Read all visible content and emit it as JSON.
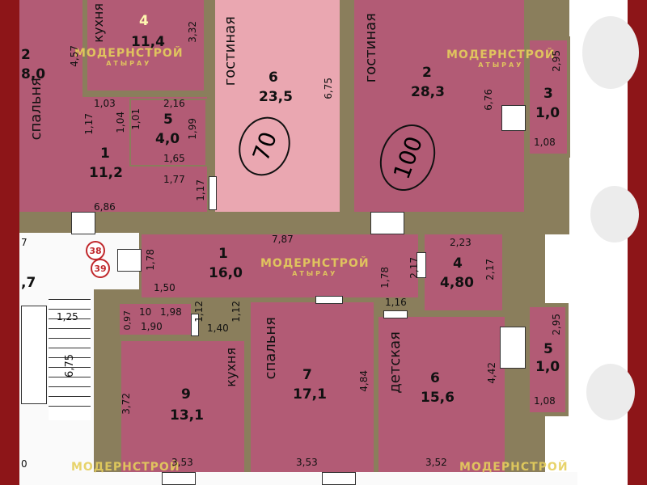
{
  "watermark": {
    "brand": "МОДЕРНСТРОЙ",
    "city": "АТЫРАУ"
  },
  "colors": {
    "frame": "#8d1518",
    "wall": "#8a7e5c",
    "room": "#b25b75",
    "room_light": "#eaa7b1",
    "watermark": "#e6cf5c"
  },
  "top_left_apt": {
    "room2_num": "2",
    "room2_area": "8,0",
    "room2_name": "спальня",
    "dim_457": "4,57",
    "kitchen_num": "4",
    "kitchen_area": "11,4",
    "kitchen_name": "кухня",
    "dim_332": "3,32",
    "hall_num": "1",
    "hall_area": "11,2",
    "bath_num": "5",
    "bath_area": "4,0",
    "dim_103": "1,03",
    "dim_117a": "1,17",
    "dim_104": "1,04",
    "dim_101": "1,01",
    "dim_216": "2,16",
    "dim_199": "1,99",
    "dim_165": "1,65",
    "dim_177": "1,77",
    "dim_117b": "1,17",
    "dim_686": "6,86",
    "living_num": "6",
    "living_area": "23,5",
    "living_name": "гостиная",
    "dim_675": "6,75",
    "circle": "70"
  },
  "top_right_apt": {
    "living_num": "2",
    "living_area": "28,3",
    "living_name": "гостиная",
    "dim_676": "6,76",
    "circle": "100",
    "balcony_num": "3",
    "balcony_area": "1,0",
    "dim_295": "2,95",
    "dim_108": "1,08"
  },
  "stair": {
    "dim_7": "7",
    "area_7": ",7",
    "flat38": "38",
    "flat39": "39",
    "dim_125": "1,25",
    "dim_675": "6,75"
  },
  "bottom_apt": {
    "hall_num": "1",
    "hall_area": "16,0",
    "dim_787": "7,87",
    "dim_178a": "1,78",
    "dim_150": "1,50",
    "dim_178b": "1,78",
    "room4_num": "4",
    "room4_area": "4,80",
    "dim_223": "2,23",
    "dim_217a": "2,17",
    "dim_217b": "2,17",
    "wc_num": "10",
    "wc_dim_198": "1,98",
    "wc_area": "1,90",
    "dim_097": "0,97",
    "dim_112a": "1,12",
    "dim_112b": "1,12",
    "dim_140": "1,40",
    "kitchen_num": "9",
    "kitchen_area": "13,1",
    "kitchen_name": "кухня",
    "dim_372": "3,72",
    "dim_353a": "3,53",
    "bedroom_num": "7",
    "bedroom_area": "17,1",
    "bedroom_name": "спальня",
    "dim_484": "4,84",
    "dim_353b": "3,53",
    "dim_116": "1,16",
    "kids_num": "6",
    "kids_area": "15,6",
    "kids_name": "детская",
    "dim_442": "4,42",
    "dim_352": "3,52",
    "balcony_num": "5",
    "balcony_area": "1,0",
    "dim_295": "2,95",
    "dim_108": "1,08",
    "dim_0": "0"
  }
}
